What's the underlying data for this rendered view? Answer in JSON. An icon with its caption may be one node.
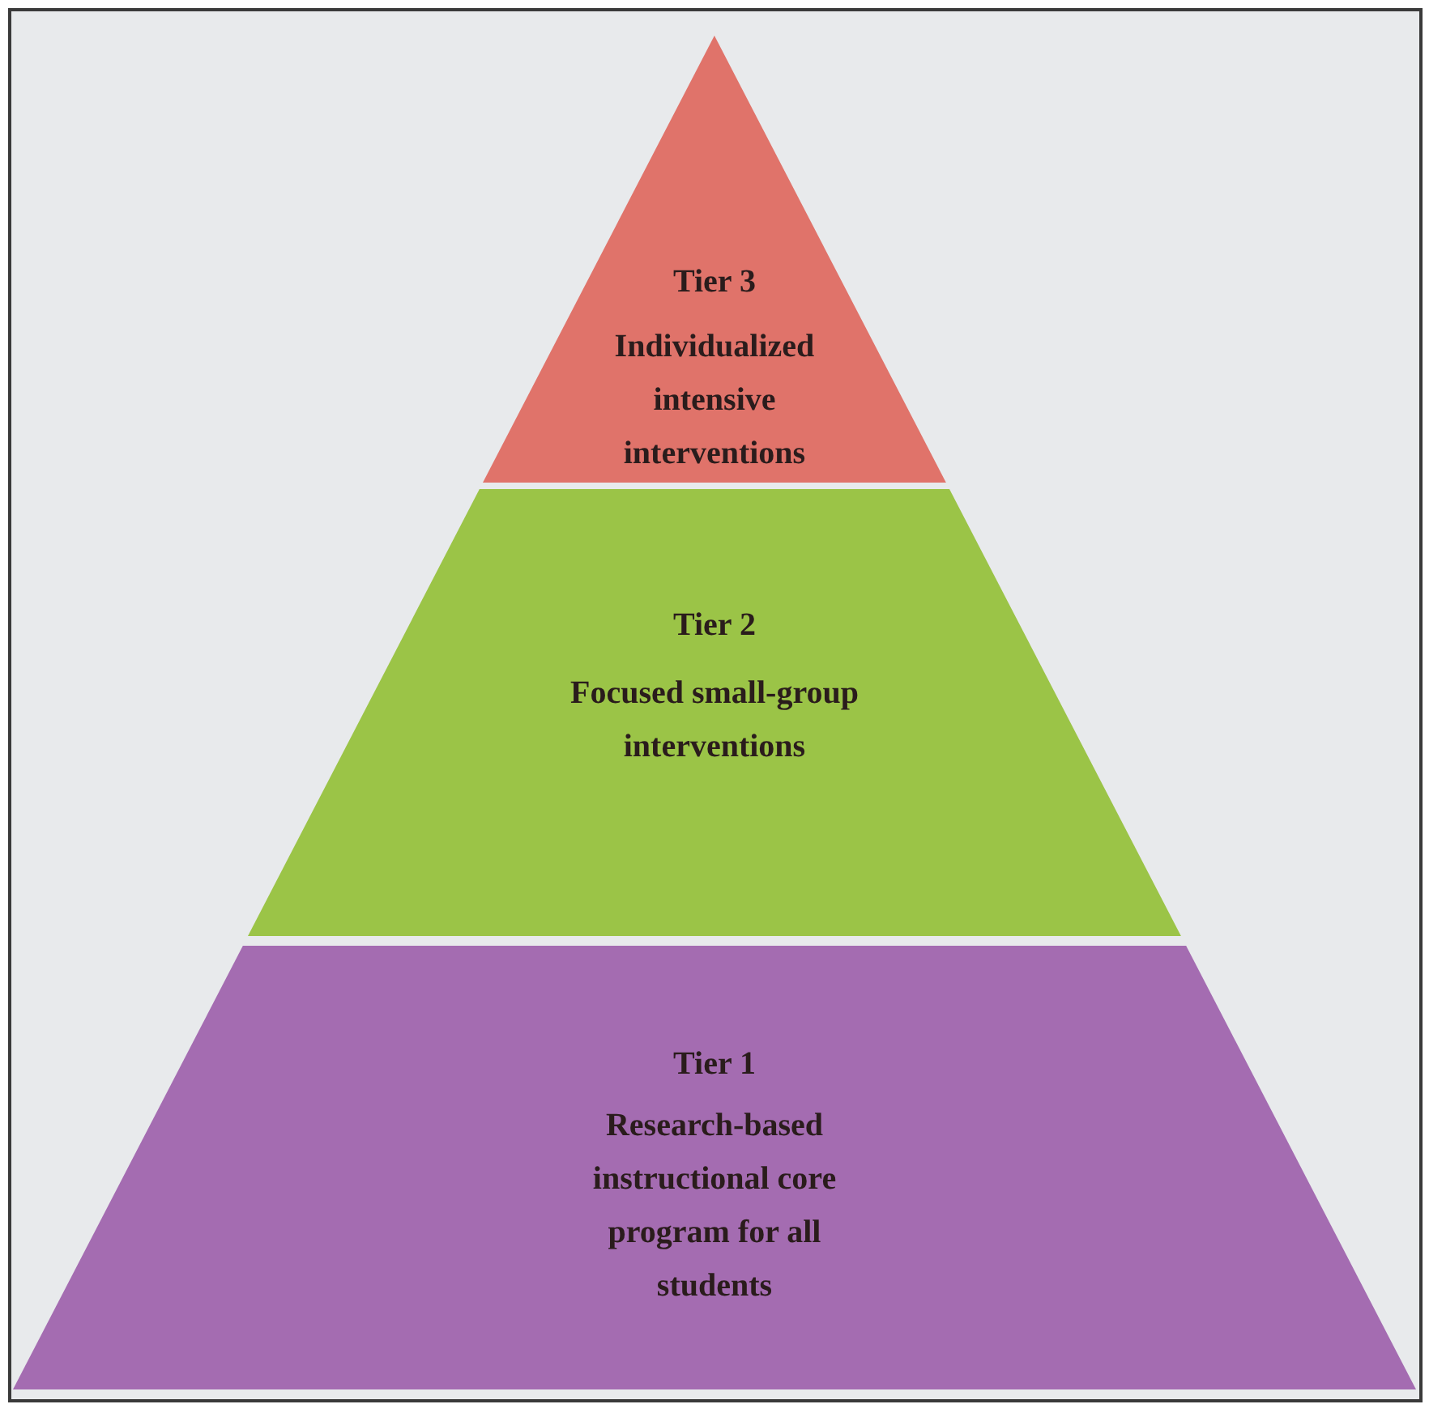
{
  "diagram": {
    "nodes": [
      {
        "text": [
          "Tier 3",
          "Individualized intensive interventions"
        ]
      },
      {
        "text": [
          "Tier 2",
          "Focused small-group interventions"
        ]
      },
      {
        "text": [
          "Tier 1",
          "Research-based instructional core program for all students"
        ]
      }
    ]
  }
}
